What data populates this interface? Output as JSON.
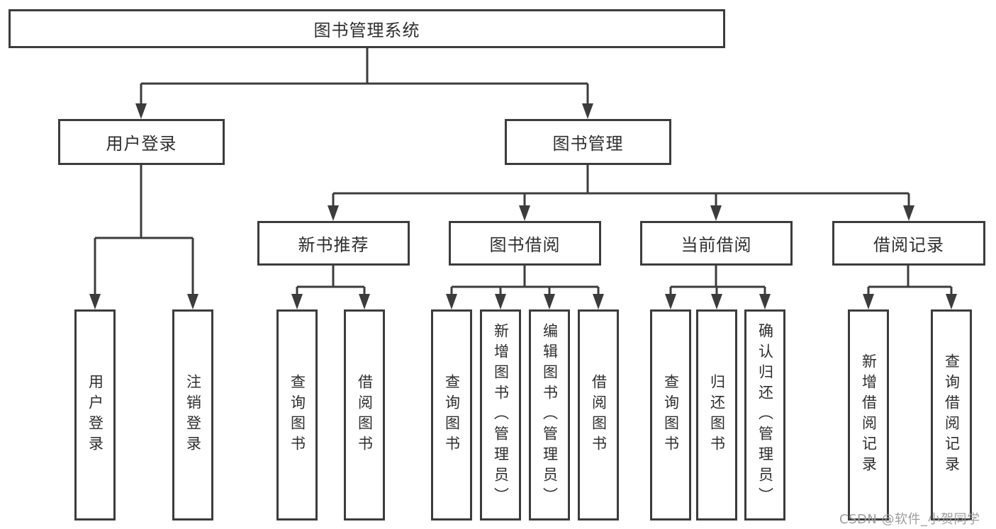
{
  "tree": {
    "root": "图书管理系统",
    "user_login": {
      "label": "用户登录",
      "children": [
        "用户登录",
        "注销登录"
      ]
    },
    "book_mgmt": {
      "label": "图书管理",
      "sections": [
        {
          "label": "新书推荐",
          "children": [
            "查询图书",
            "借阅图书"
          ]
        },
        {
          "label": "图书借阅",
          "children": [
            "查询图书",
            "新增图书（管理员）",
            "编辑图书（管理员）",
            "借阅图书"
          ]
        },
        {
          "label": "当前借阅",
          "children": [
            "查询图书",
            "归还图书",
            "确认归还（管理员）"
          ]
        },
        {
          "label": "借阅记录",
          "children": [
            "新增借阅记录",
            "查询借阅记录"
          ]
        }
      ]
    }
  },
  "watermark": "CSDN @软件_小贺同学",
  "colors": {
    "line": "#3c3c3c",
    "border": "#3c3c3c",
    "text": "#2e2e2e",
    "watermark": "#9c9c9c",
    "background": "#ffffff"
  }
}
